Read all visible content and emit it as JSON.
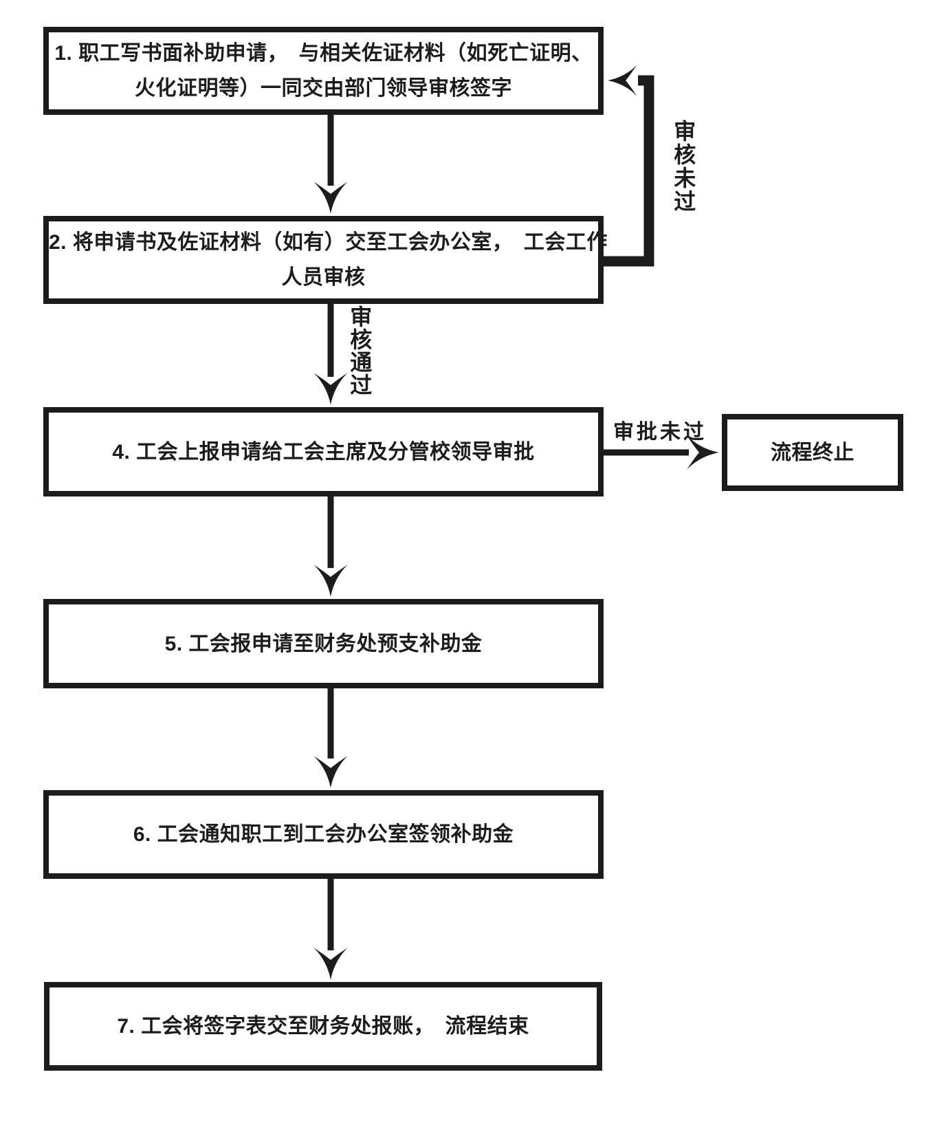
{
  "page": {
    "background_color": "#ffffff",
    "ink_color": "#1c1c1a"
  },
  "flowchart": {
    "steps": [
      {
        "lines": [
          "1. 职工写书面补助申请，　与相关佐证材料（如死亡证明、",
          "火化证明等）一同交由部门领导审核签字"
        ]
      },
      {
        "lines": [
          "2. 将申请书及佐证材料（如有）交至工会办公室，　工会工作",
          "人员审核"
        ]
      },
      {
        "lines": [
          "4. 工会上报申请给工会主席及分管校领导审批"
        ]
      },
      {
        "lines": [
          "5. 工会报申请至财务处预支补助金"
        ]
      },
      {
        "lines": [
          "6. 工会通知职工到工会办公室签领补助金"
        ]
      },
      {
        "lines": [
          "7. 工会将签字表交至财务处报账，　流程结束"
        ]
      }
    ],
    "terminal_box": {
      "label": "流程终止"
    },
    "edge_labels": {
      "review_not_passed": "审核未过",
      "review_passed": "审核通过",
      "approval_not_passed": "审批未过"
    }
  }
}
